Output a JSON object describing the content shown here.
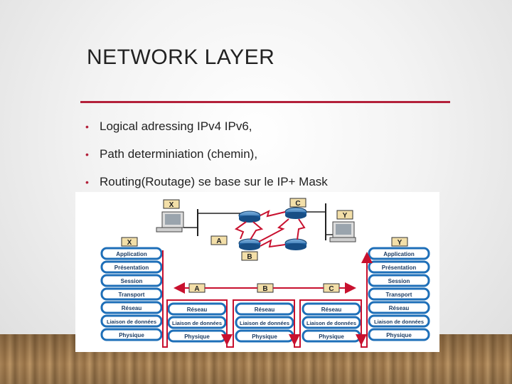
{
  "slide": {
    "title": "NETWORK LAYER",
    "bullets": [
      "Logical adressing IPv4 IPv6,",
      "Path determiniation (chemin),",
      "Routing(Routage) se base sur le IP+ Mask"
    ]
  },
  "figure": {
    "top": {
      "host_x": "X",
      "host_y": "Y",
      "router_a": "A",
      "router_b": "B",
      "router_c": "C"
    },
    "end_host_x": "X",
    "end_host_y": "Y",
    "host_stack": [
      "Application",
      "Présentation",
      "Session",
      "Transport",
      "Réseau",
      "Liaison de données",
      "Physique"
    ],
    "routers": [
      {
        "label": "A",
        "layers": [
          "Réseau",
          "Liaison de données",
          "Physique"
        ]
      },
      {
        "label": "B",
        "layers": [
          "Réseau",
          "Liaison de données",
          "Physique"
        ]
      },
      {
        "label": "C",
        "layers": [
          "Réseau",
          "Liaison de données",
          "Physique"
        ]
      }
    ]
  },
  "colors": {
    "accent": "#b3203a",
    "layer_blue": "#1e6fb8",
    "path_red": "#c8102e",
    "label_box": "#f3dfa8"
  }
}
